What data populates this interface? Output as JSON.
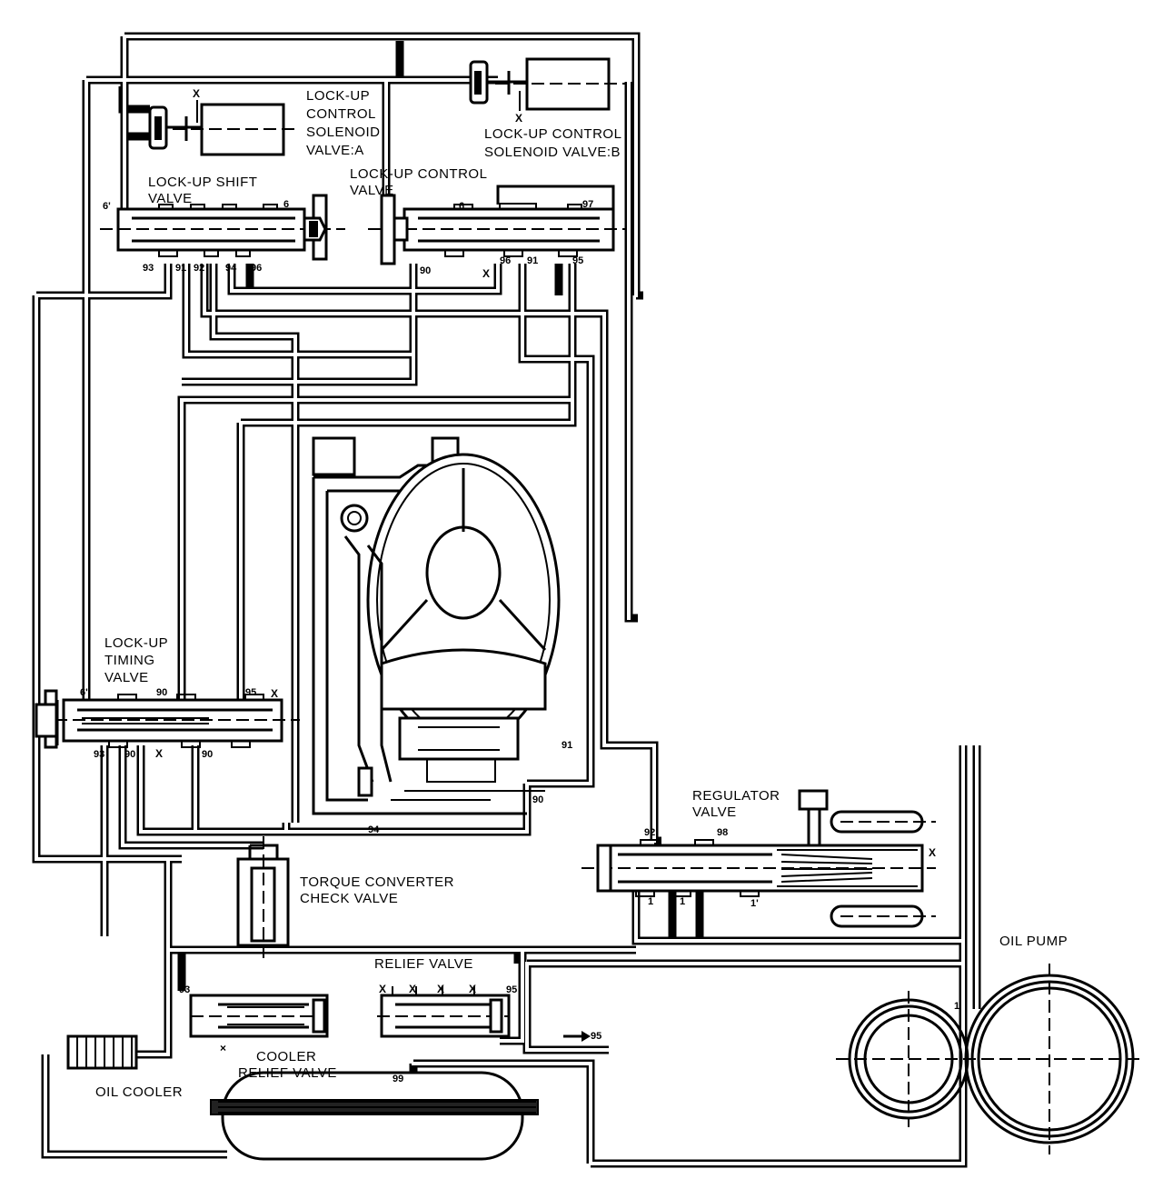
{
  "labels": {
    "lockup_control_solenoid_a": [
      "LOCK-UP",
      "CONTROL",
      "SOLENOID",
      "VALVE:A"
    ],
    "lockup_control_solenoid_b": [
      "LOCK-UP CONTROL",
      "SOLENOID VALVE:B"
    ],
    "lockup_shift_valve": [
      "LOCK-UP SHIFT",
      "VALVE"
    ],
    "lockup_control_valve": [
      "LOCK-UP CONTROL",
      "VALVE"
    ],
    "lockup_timing_valve": [
      "LOCK-UP",
      "TIMING",
      "VALVE"
    ],
    "torque_converter_check_valve": [
      "TORQUE CONVERTER",
      "CHECK VALVE"
    ],
    "regulator_valve": [
      "REGULATOR",
      "VALVE"
    ],
    "relief_valve": "RELIEF VALVE",
    "cooler_relief_valve": [
      "COOLER",
      "RELIEF VALVE"
    ],
    "oil_cooler": "OIL COOLER",
    "oil_pump": "OIL PUMP"
  },
  "ports": {
    "shift_valve": [
      "6'",
      "6",
      "93",
      "91",
      "92",
      "94",
      "96"
    ],
    "control_valve": [
      "6",
      "97",
      "90",
      "96",
      "91",
      "95"
    ],
    "timing_valve": [
      "6'",
      "90",
      "95",
      "93",
      "90",
      "90"
    ],
    "converter": [
      "91",
      "90",
      "94"
    ],
    "regulator": [
      "92",
      "98",
      "1",
      "1",
      "1'"
    ],
    "relief": [
      "93",
      "95",
      "95",
      "99"
    ],
    "pump": "1"
  },
  "exhaust_mark": "X",
  "exhaust_mark_lower": "×",
  "arrow_text": "→ 95"
}
